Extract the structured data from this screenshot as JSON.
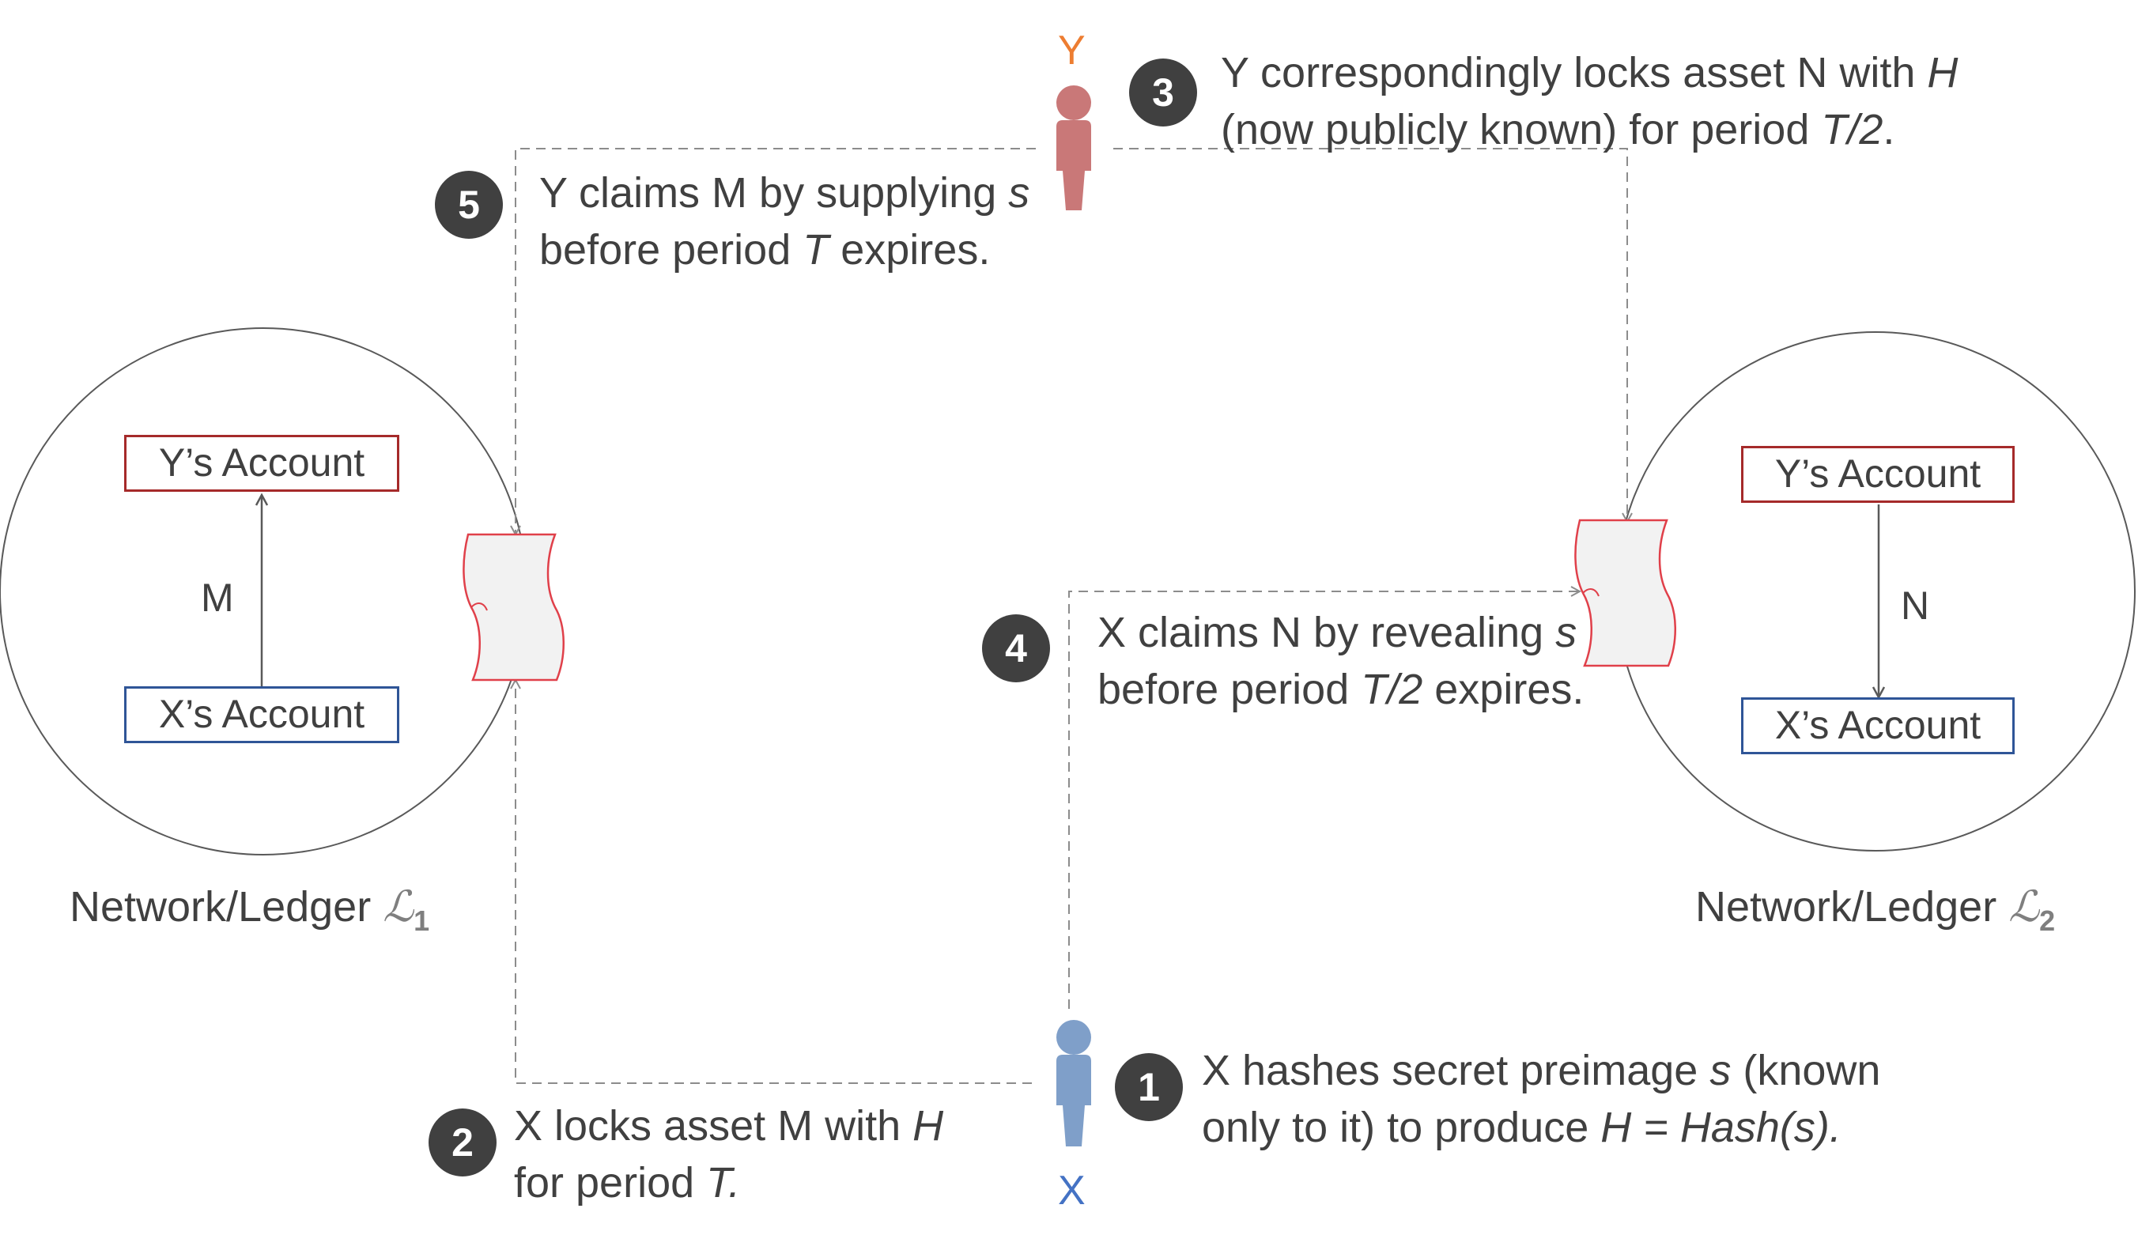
{
  "participants": {
    "y": {
      "label": "Y",
      "color": "#ed7d31",
      "figure_color": "#c97878"
    },
    "x": {
      "label": "X",
      "color": "#4472c4",
      "figure_color": "#7f9fc9"
    }
  },
  "ledgers": [
    {
      "name": "Network/Ledger",
      "symbol": "ℒ",
      "subscript": "1",
      "top_account": "Y’s Account",
      "bottom_account": "X’s Account",
      "flow_label": "M",
      "flow_direction": "up"
    },
    {
      "name": "Network/Ledger",
      "symbol": "ℒ",
      "subscript": "2",
      "top_account": "Y’s Account",
      "bottom_account": "X’s Account",
      "flow_label": "N",
      "flow_direction": "down"
    }
  ],
  "steps": [
    {
      "number": "1",
      "line1": [
        "X hashes secret preimage ",
        {
          "i": "s"
        },
        " (known"
      ],
      "line2": [
        "only to it) to produce ",
        {
          "i": "H = Hash(s)."
        }
      ]
    },
    {
      "number": "2",
      "line1": [
        "X locks asset M with ",
        {
          "i": "H"
        }
      ],
      "line2": [
        "for period ",
        {
          "i": "T."
        }
      ]
    },
    {
      "number": "3",
      "line1": [
        "Y correspondingly locks asset N with ",
        {
          "i": "H"
        }
      ],
      "line2": [
        "(now publicly known) for period ",
        {
          "i": "T/2"
        },
        "."
      ]
    },
    {
      "number": "4",
      "line1": [
        "X claims N by revealing ",
        {
          "i": "s"
        }
      ],
      "line2": [
        "before period ",
        {
          "i": "T/2"
        },
        " expires."
      ]
    },
    {
      "number": "5",
      "line1": [
        "Y claims M by supplying ",
        {
          "i": "s"
        }
      ],
      "line2": [
        "before period ",
        {
          "i": "T"
        },
        " expires."
      ]
    }
  ],
  "colors": {
    "contract_border": "#e0404a",
    "contract_fill": "#f2f2f2",
    "dashed_line": "#8c8c8c",
    "circle": "#595959",
    "text": "#404040",
    "badge": "#404040"
  }
}
